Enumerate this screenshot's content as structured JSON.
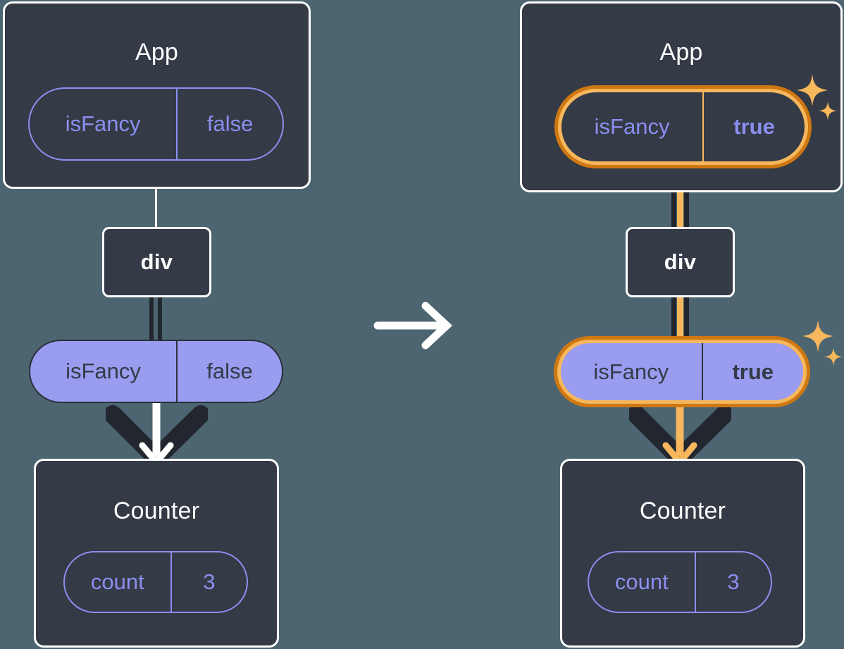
{
  "diagram": {
    "title_left": "App",
    "title_right": "App",
    "background_color": "#4c6570",
    "card_color": "#343a46",
    "accent_purple": "#8b8ff0",
    "accent_purple_solid": "#9a9cf0",
    "highlight_orange_outer": "#cf7811",
    "highlight_orange_inner": "#f7b75c",
    "wire_dark": "#22262f"
  },
  "left": {
    "app": {
      "title": "App",
      "state": {
        "name": "isFancy",
        "value": "false"
      }
    },
    "dom": {
      "tag": "div",
      "prop": {
        "name": "isFancy",
        "value": "false"
      }
    },
    "counter": {
      "title": "Counter",
      "state": {
        "name": "count",
        "value": "3"
      }
    }
  },
  "transition": {
    "icon": "arrow-right-icon"
  },
  "right": {
    "app": {
      "title": "App",
      "state": {
        "name": "isFancy",
        "value": "true"
      },
      "highlighted": true,
      "sparkle": "sparkle-icon"
    },
    "dom": {
      "tag": "div",
      "prop": {
        "name": "isFancy",
        "value": "true"
      },
      "highlighted": true,
      "sparkle": "sparkle-icon"
    },
    "counter": {
      "title": "Counter",
      "state": {
        "name": "count",
        "value": "3"
      }
    }
  }
}
